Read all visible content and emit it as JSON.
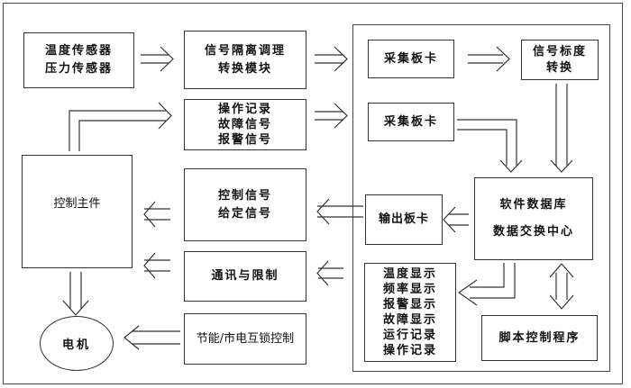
{
  "diagram": {
    "nodes": {
      "sensors": [
        "温度传感器",
        "压力传感器"
      ],
      "signal_isolation": [
        "信号隔离调理",
        "转换模块"
      ],
      "records_signals": [
        "操作记录",
        "故障信号",
        "报警信号"
      ],
      "main_controller": [
        "控制主件"
      ],
      "control_signals": [
        "控制信号",
        "给定信号"
      ],
      "comm_limits": [
        "通讯与限制"
      ],
      "interlock": [
        "节能/市电互锁控制"
      ],
      "motor": [
        "电机"
      ],
      "acq_card_1": [
        "采集板卡"
      ],
      "signal_scaling": [
        "信号标度",
        "转换"
      ],
      "acq_card_2": [
        "采集板卡"
      ],
      "output_card": [
        "输出板卡"
      ],
      "database": [
        "软件数据库",
        "数据交换中心"
      ],
      "displays": [
        "温度显示",
        "频率显示",
        "报警显示",
        "故障显示",
        "运行记录",
        "操作记录"
      ],
      "script_program": [
        "脚本控制程序"
      ]
    },
    "edges": [
      {
        "from": "sensors",
        "to": "signal_isolation"
      },
      {
        "from": "signal_isolation",
        "to": "acq_card_1"
      },
      {
        "from": "main_controller",
        "to": "records_signals"
      },
      {
        "from": "records_signals",
        "to": "acq_card_2"
      },
      {
        "from": "acq_card_1",
        "to": "signal_scaling"
      },
      {
        "from": "signal_scaling",
        "to": "database"
      },
      {
        "from": "acq_card_2",
        "to": "database"
      },
      {
        "from": "database",
        "to": "output_card"
      },
      {
        "from": "output_card",
        "to": "control_signals"
      },
      {
        "from": "control_signals",
        "to": "main_controller"
      },
      {
        "from": "displays",
        "to": "comm_limits"
      },
      {
        "from": "comm_limits",
        "to": "main_controller"
      },
      {
        "from": "database",
        "to": "displays"
      },
      {
        "from": "database",
        "to": "script_program",
        "bidirectional": true
      },
      {
        "from": "main_controller",
        "to": "motor"
      },
      {
        "from": "interlock",
        "to": "motor"
      }
    ]
  }
}
